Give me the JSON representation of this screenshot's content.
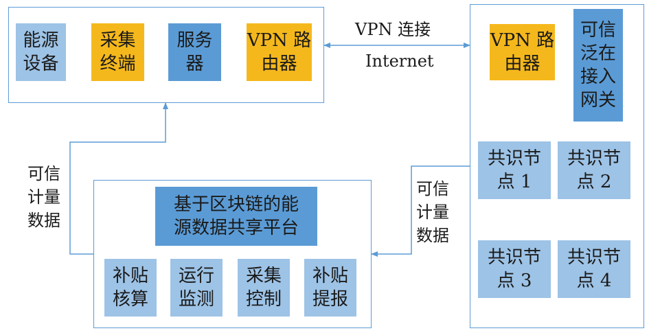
{
  "colors": {
    "light_blue": "#9dc3e6",
    "mid_blue": "#5b9bd5",
    "yellow": "#f5b81c",
    "line": "#5b9bd5"
  },
  "top_group": {
    "energy_device": "能源\n设备",
    "collection_terminal": "采集\n终端",
    "server": "服务\n器",
    "vpn_router": "VPN 路\n由器"
  },
  "connection": {
    "vpn_label": "VPN 连接",
    "internet_label": "Internet"
  },
  "right_group": {
    "vpn_router": "VPN 路\n由器",
    "trusted_gateway": "可信\n泛在\n接入\n网关",
    "nodes": [
      "共识节\n点 1",
      "共识节\n点 2",
      "共识节\n点 3",
      "共识节\n点 4"
    ]
  },
  "bottom_group": {
    "platform": "基于区块链的能\n源数据共享平台",
    "modules": [
      "补贴\n核算",
      "运行\n监测",
      "采集\n控制",
      "补贴\n提报"
    ]
  },
  "left_label": "可信\n计量\n数据",
  "right_label": "可信\n计量\n数据"
}
